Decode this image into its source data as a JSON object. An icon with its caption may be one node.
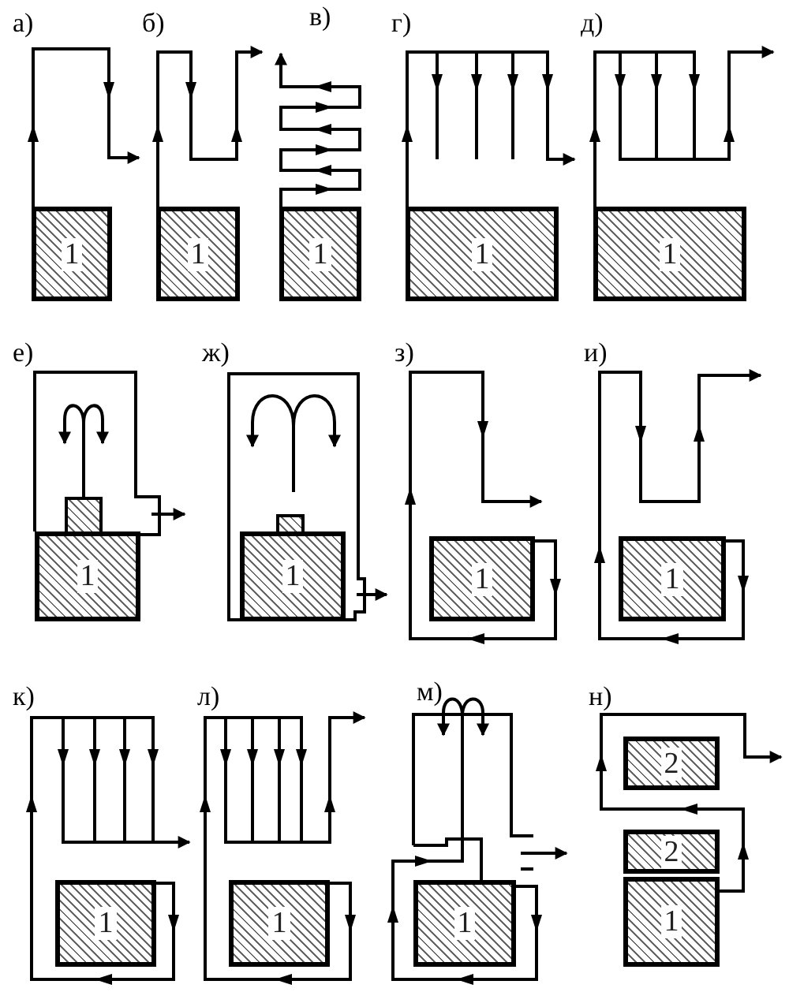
{
  "diagram": {
    "nodes": [
      {
        "text": [
          "1"
        ]
      },
      {
        "text": [
          "1"
        ]
      },
      {
        "text": [
          "1"
        ]
      },
      {
        "text": [
          "1"
        ]
      },
      {
        "text": [
          "1"
        ]
      },
      {
        "text": [],
        "shape": "box"
      },
      {
        "text": [
          "1"
        ]
      },
      {
        "text": [],
        "shape": "box"
      },
      {
        "text": [
          "1"
        ]
      },
      {
        "text": [
          "1"
        ]
      },
      {
        "text": [
          "1"
        ]
      },
      {
        "text": [
          "1"
        ]
      },
      {
        "text": [
          "1"
        ]
      },
      {
        "text": [
          "1"
        ]
      },
      {
        "text": [
          "2"
        ]
      },
      {
        "text": [
          "2"
        ]
      },
      {
        "text": [
          "1"
        ]
      }
    ],
    "edges": [
      {
        "from": 0,
        "to": null,
        "arrow": "to"
      },
      {
        "from": 1,
        "to": null,
        "arrow": "to"
      },
      {
        "from": 2,
        "to": null,
        "arrow": "to"
      },
      {
        "from": 3,
        "to": null,
        "arrow": "to"
      },
      {
        "from": 4,
        "to": null,
        "arrow": "to"
      },
      {
        "from": 5,
        "to": null,
        "arrow": "to"
      },
      {
        "from": 5,
        "to": null,
        "arrow": "to"
      },
      {
        "from": 9,
        "to": null,
        "arrow": "to"
      },
      {
        "from": 10,
        "to": null,
        "arrow": "to"
      },
      {
        "from": 11,
        "to": null,
        "arrow": "to"
      },
      {
        "from": 12,
        "to": null,
        "arrow": "to"
      },
      {
        "from": 13,
        "to": null,
        "arrow": "to"
      },
      {
        "from": 13,
        "to": null,
        "arrow": "to"
      },
      {
        "from": 16,
        "to": null,
        "arrow": "to"
      }
    ],
    "labels": [
      "а)",
      "б)",
      "в)",
      "г)",
      "д)",
      "е)",
      "ж)",
      "з)",
      "и)",
      "к)",
      "л)",
      "м)",
      "н)"
    ]
  }
}
